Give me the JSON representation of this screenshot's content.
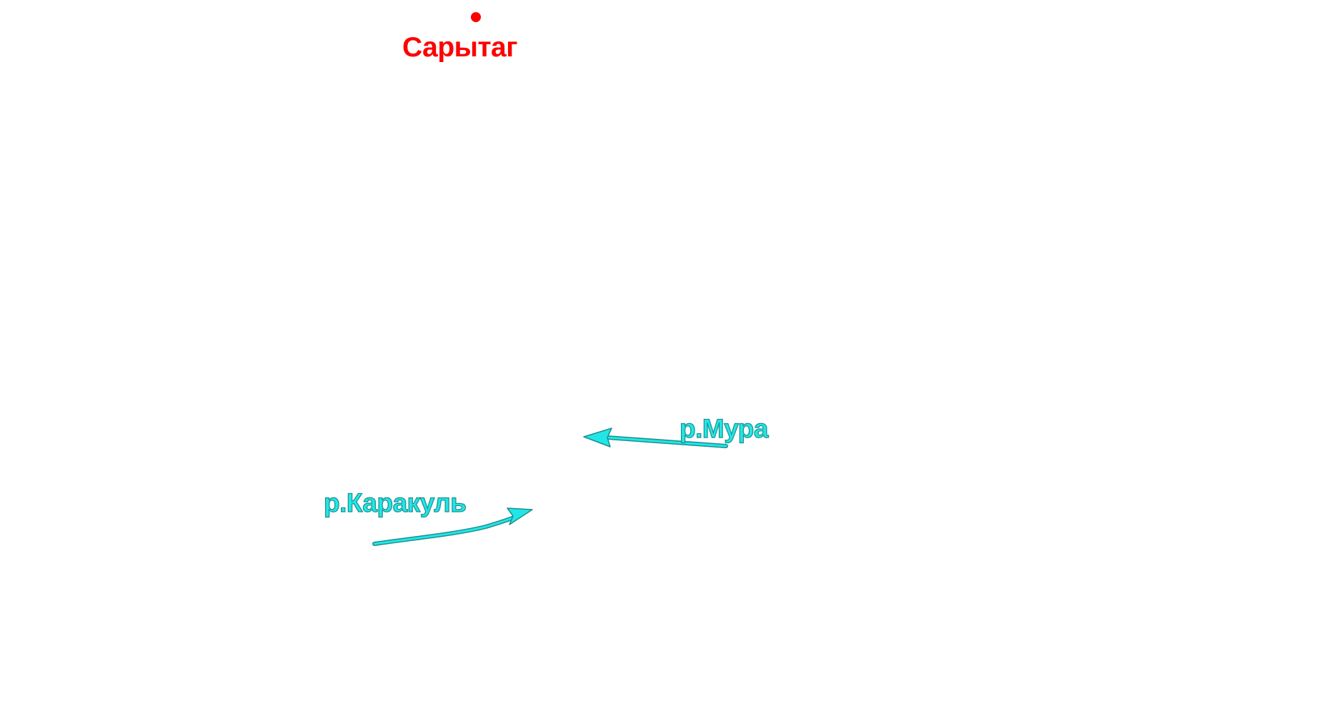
{
  "colors": {
    "background": "#ffffff",
    "settlement": "#ff0000",
    "river": "#22e6e6",
    "river_outline": "#1c8f8f"
  },
  "settlement": {
    "name": "Сарытаг",
    "icon": "settlement-dot-icon"
  },
  "rivers": [
    {
      "name": "р.Мура",
      "icon": "flow-direction-arrow-icon"
    },
    {
      "name": "р.Каракуль",
      "icon": "flow-direction-arrow-icon"
    }
  ]
}
